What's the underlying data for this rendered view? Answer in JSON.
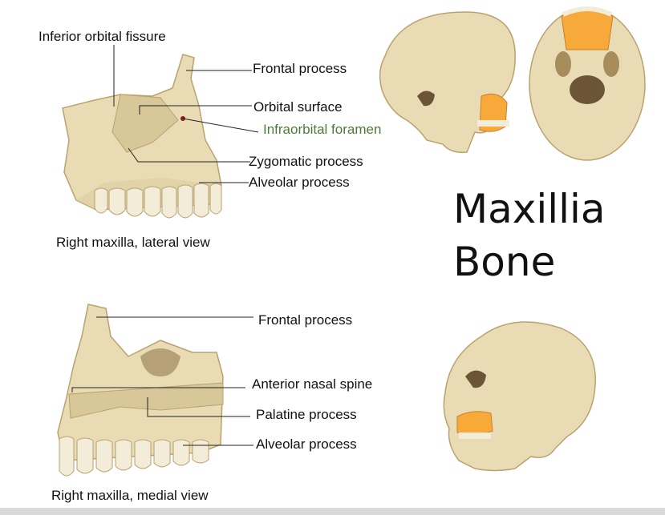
{
  "lateral": {
    "caption": "Right maxilla, lateral view",
    "labels": {
      "inferior_orbital_fissure": "Inferior orbital fissure",
      "frontal_process": "Frontal process",
      "orbital_surface": "Orbital surface",
      "infraorbital_foramen": "Infraorbital foramen",
      "zygomatic_process": "Zygomatic process",
      "alveolar_process": "Alveolar process"
    }
  },
  "medial": {
    "caption": "Right maxilla, medial view",
    "labels": {
      "frontal_process": "Frontal process",
      "anterior_nasal_spine": "Anterior nasal spine",
      "palatine_process": "Palatine process",
      "alveolar_process": "Alveolar process"
    }
  },
  "title": {
    "line1": "Maxillia",
    "line2": "Bone"
  },
  "colors": {
    "bone": "#e9dcb5",
    "bone_shadow": "#c9b586",
    "highlight": "#f7a93a",
    "infraorbital_label": "#4e7a37"
  }
}
